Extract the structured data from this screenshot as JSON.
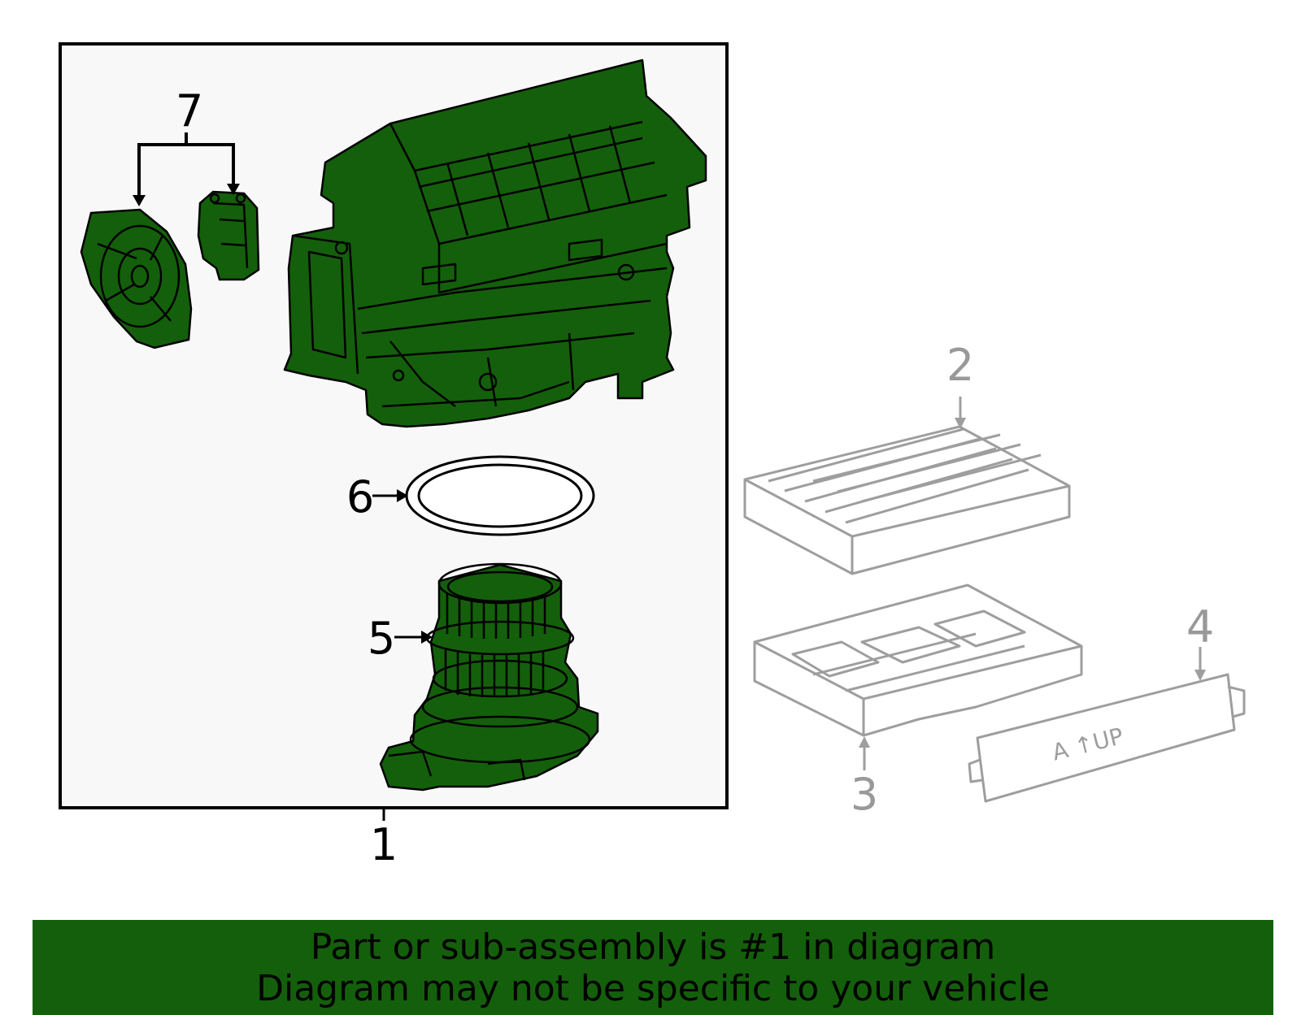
{
  "colors": {
    "part_fill": "#145f0b",
    "part_stroke": "#000000",
    "box_bg": "#f8f8f8",
    "other_parts": "#9e9e9e",
    "banner_bg": "#145f0b",
    "banner_text": "#000000"
  },
  "callouts": {
    "c1": "1",
    "c2": "2",
    "c3": "3",
    "c4": "4",
    "c5": "5",
    "c6": "6",
    "c7": "7"
  },
  "part_marking": "A ↑UP",
  "banner": {
    "line1": "Part or sub-assembly is #1 in diagram",
    "line2": "Diagram may not be specific to your vehicle"
  }
}
